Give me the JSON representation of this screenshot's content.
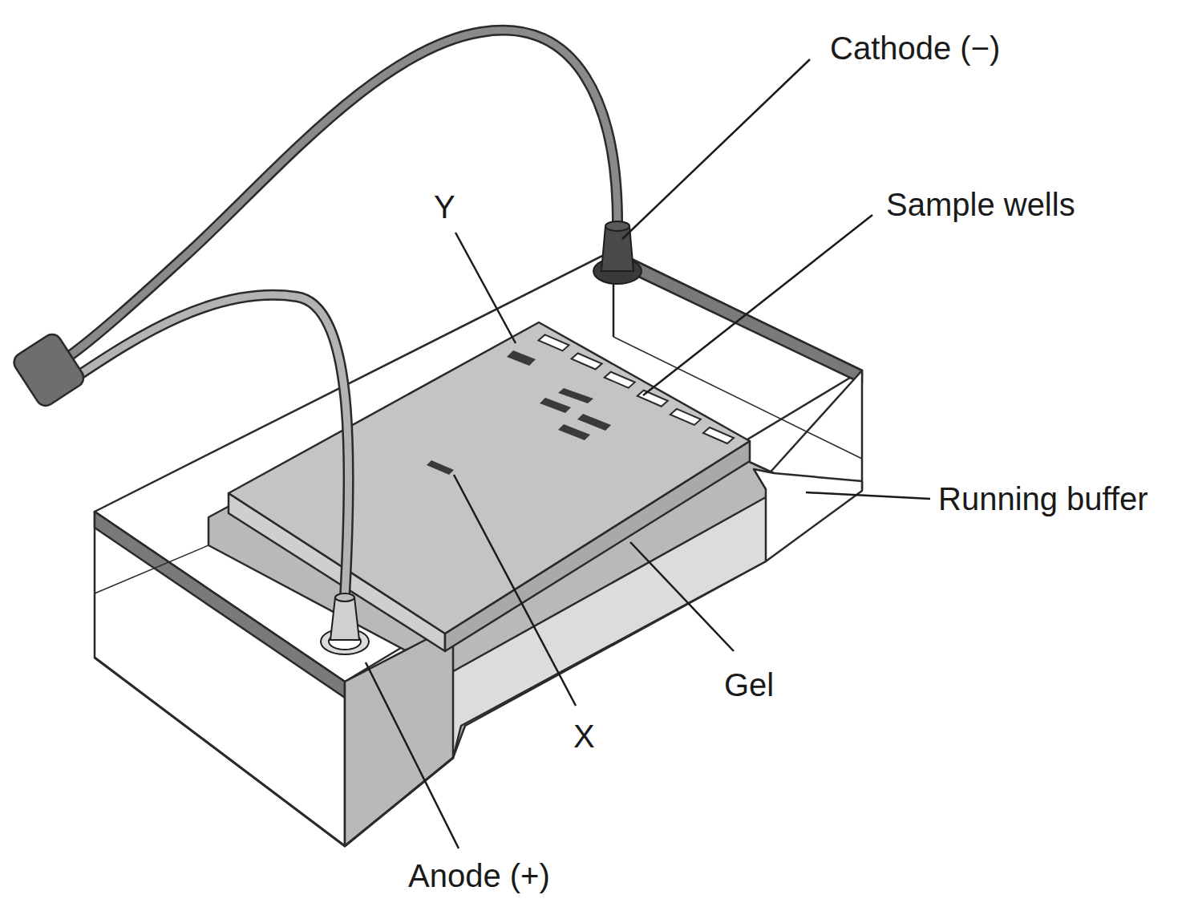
{
  "diagram": {
    "labels": [
      "Cathode (−)",
      "Sample wells",
      "Y",
      "Running buffer",
      "Gel",
      "X",
      "Anode (+)"
    ]
  }
}
